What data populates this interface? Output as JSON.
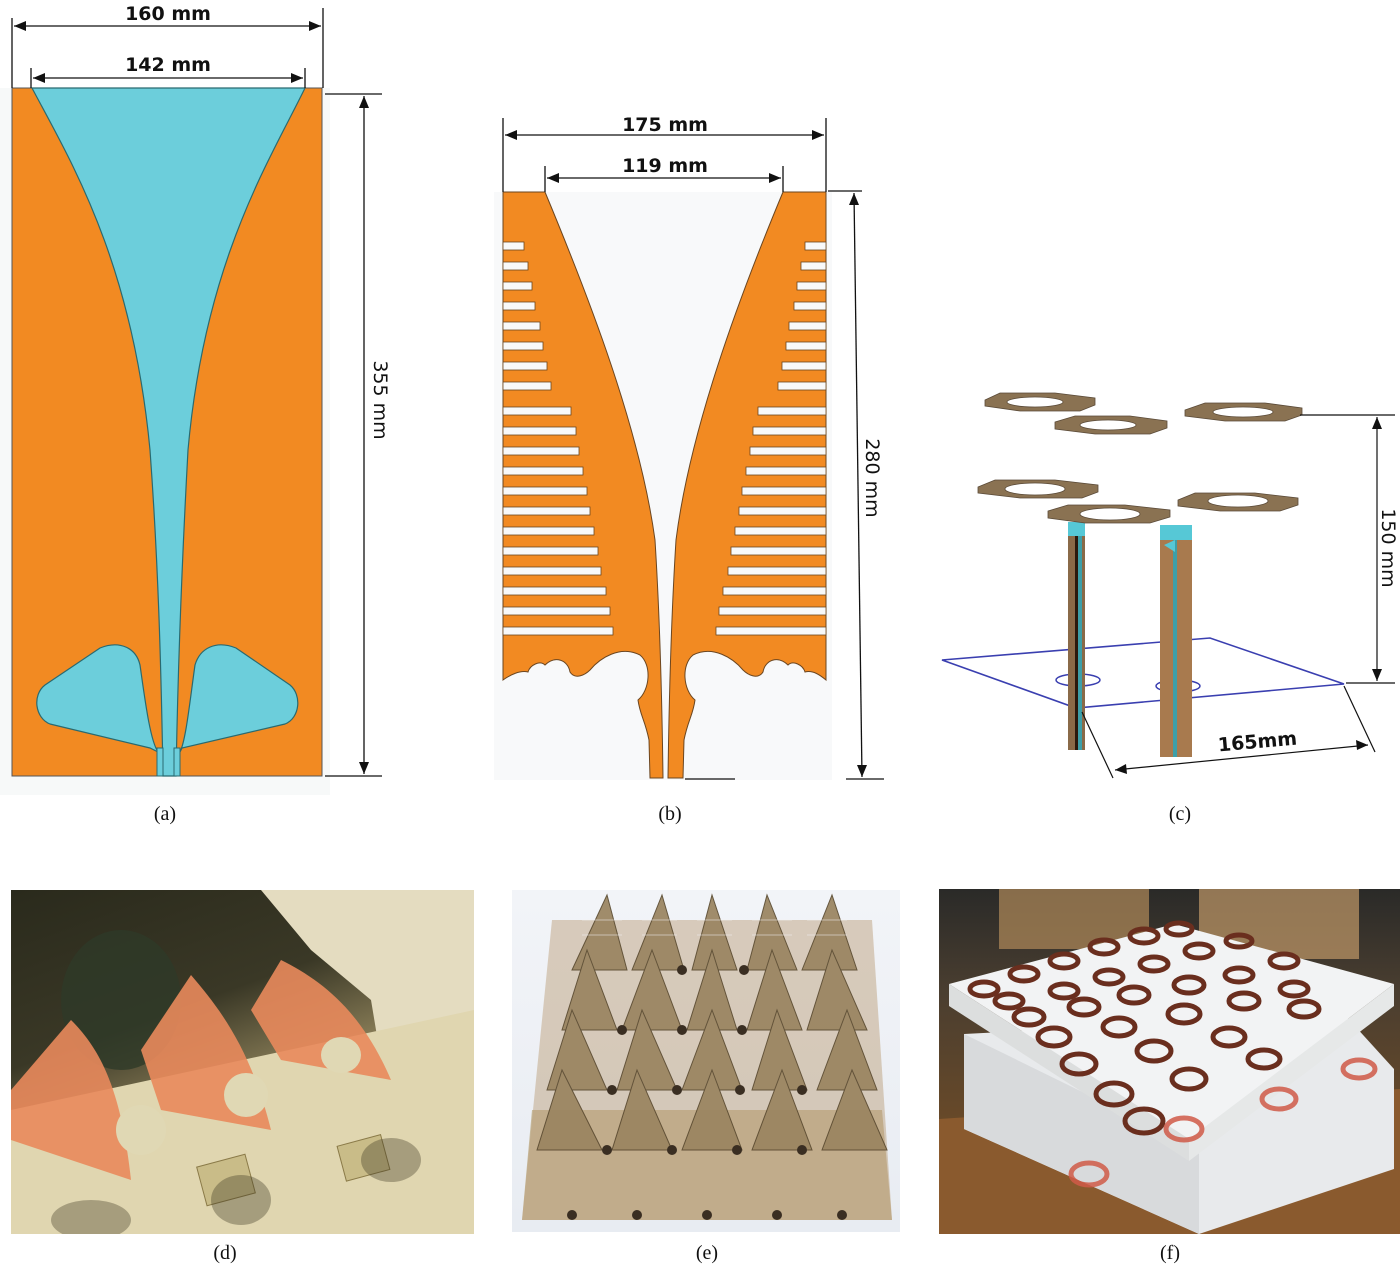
{
  "figure": {
    "panels": [
      {
        "id": "a",
        "caption": "(a)",
        "type": "vivaldi-antenna-layout",
        "dimensions": {
          "outer_width": "160 mm",
          "aperture_width": "142 mm",
          "height": "355 mm"
        },
        "colors": {
          "metal": "#f28a22",
          "slot": "#6ccedb",
          "outline": "#2a6a70"
        }
      },
      {
        "id": "b",
        "caption": "(b)",
        "type": "corrugated-antipodal-antenna-layout",
        "dimensions": {
          "outer_width": "175 mm",
          "aperture_width": "119 mm",
          "height": "280 mm"
        },
        "colors": {
          "metal": "#f28a22"
        }
      },
      {
        "id": "c",
        "caption": "(c)",
        "type": "3d-unit-cell-model",
        "dimensions": {
          "height": "150 mm",
          "spacing": "165mm"
        },
        "colors": {
          "rings": "#8a7252",
          "posts": "#a87a4e",
          "feed": "#56c8d6",
          "ground": "#3a3fb0"
        }
      },
      {
        "id": "d",
        "caption": "(d)",
        "type": "photo",
        "subject": "fabricated vivaldi array in foam supports"
      },
      {
        "id": "e",
        "caption": "(e)",
        "type": "photo",
        "subject": "fabricated corrugated antenna array on metal plate"
      },
      {
        "id": "f",
        "caption": "(f)",
        "type": "photo",
        "subject": "octagonal ring arrays on foam layers"
      }
    ]
  }
}
